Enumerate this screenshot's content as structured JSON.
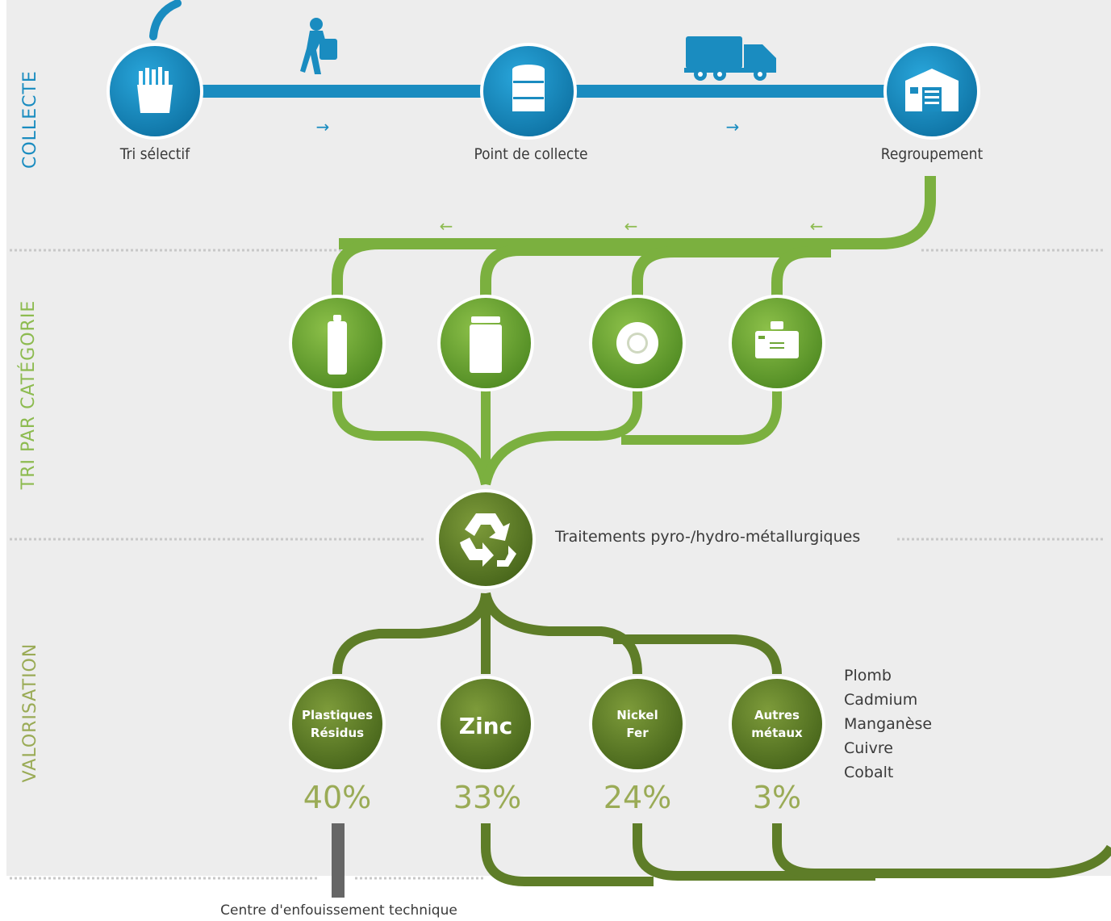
{
  "sections": {
    "collecte": "COLLECTE",
    "tri": "TRI PAR CATÉGORIE",
    "valorisation": "VALORISATION"
  },
  "collecte_nodes": {
    "tri_selectif": "Tri sélectif",
    "point_collecte": "Point de collecte",
    "regroupement": "Regroupement"
  },
  "arrows": {
    "right": "→",
    "left": "←"
  },
  "treatment": "Traitements pyro-/hydro-métallurgiques",
  "outputs": [
    {
      "line1": "Plastiques",
      "line2": "Résidus",
      "percent": "40%"
    },
    {
      "line1": "Zinc",
      "line2": "",
      "percent": "33%"
    },
    {
      "line1": "Nickel",
      "line2": "Fer",
      "percent": "24%"
    },
    {
      "line1": "Autres",
      "line2": "métaux",
      "percent": "3%"
    }
  ],
  "other_metals": [
    "Plomb",
    "Cadmium",
    "Manganèse",
    "Cuivre",
    "Cobalt"
  ],
  "landfill": "Centre d'enfouissement technique",
  "colors": {
    "blue": "#1a8cc0",
    "green_light": "#7bb03f",
    "green_dark": "#5e7d28",
    "percent": "#9aab56",
    "panel": "#ededed",
    "landfill_bar": "#666666"
  },
  "icons": {
    "collecte": [
      "box-icon",
      "barrel-icon",
      "warehouse-icon"
    ],
    "transport": [
      "person-carrying-icon",
      "truck-icon"
    ],
    "categories": [
      "battery-cylinder-icon",
      "battery-prismatic-icon",
      "button-cell-icon",
      "battery-pack-icon"
    ],
    "treatment": "recycle-icon"
  }
}
